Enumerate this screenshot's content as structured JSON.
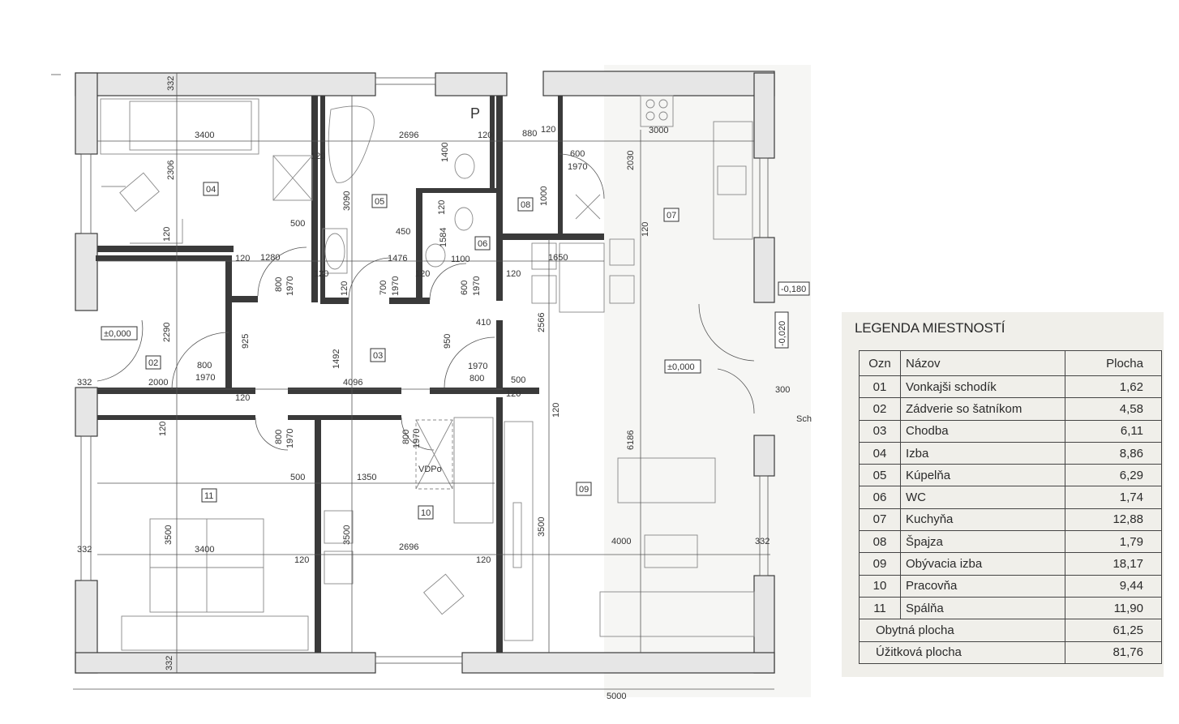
{
  "legend": {
    "title": "LEGENDA MIESTNOSTÍ",
    "headers": {
      "code": "Ozn",
      "name": "Názov",
      "area": "Plocha"
    },
    "rooms": [
      {
        "code": "01",
        "name": "Vonkajši schodík",
        "area": "1,62"
      },
      {
        "code": "02",
        "name": "Zádverie so šatníkom",
        "area": "4,58"
      },
      {
        "code": "03",
        "name": "Chodba",
        "area": "6,11"
      },
      {
        "code": "04",
        "name": "Izba",
        "area": "8,86"
      },
      {
        "code": "05",
        "name": "Kúpelňa",
        "area": "6,29"
      },
      {
        "code": "06",
        "name": "WC",
        "area": "1,74"
      },
      {
        "code": "07",
        "name": "Kuchyňa",
        "area": "12,88"
      },
      {
        "code": "08",
        "name": "Špajza",
        "area": "1,79"
      },
      {
        "code": "09",
        "name": "Obývacia izba",
        "area": "18,17"
      },
      {
        "code": "10",
        "name": "Pracovňa",
        "area": "9,44"
      },
      {
        "code": "11",
        "name": "Spálňa",
        "area": "11,90"
      }
    ],
    "totals": [
      {
        "label": "Obytná plocha",
        "area": "61,25"
      },
      {
        "label": "Úžitková plocha",
        "area": "81,76"
      }
    ]
  },
  "plan": {
    "room_tags": [
      "04",
      "05",
      "06",
      "08",
      "07",
      "02",
      "03",
      "11",
      "10",
      "09"
    ],
    "levels": [
      "±0,000",
      "±0,000",
      "-0,180",
      "-0,020"
    ],
    "symbols": {
      "parking": "P",
      "vdp": "VDPo",
      "sch": "Sch"
    },
    "dims": [
      "332",
      "3400",
      "2306",
      "120",
      "2696",
      "1400",
      "120",
      "880",
      "120",
      "3000",
      "600",
      "1970",
      "2030",
      "1000",
      "3090",
      "120",
      "1584",
      "120",
      "500",
      "450",
      "120",
      "120",
      "1280",
      "1476",
      "120",
      "120",
      "1100",
      "1650",
      "120",
      "800",
      "1970",
      "120",
      "700",
      "1970",
      "600",
      "1970",
      "2290",
      "925",
      "410",
      "950",
      "2566",
      "1492",
      "800",
      "1970",
      "1970",
      "800",
      "500",
      "2000",
      "4096",
      "332",
      "120",
      "120",
      "300",
      "6186",
      "120",
      "120",
      "800",
      "1970",
      "800",
      "1970",
      "500",
      "1350",
      "3500",
      "3500",
      "3500",
      "3400",
      "2696",
      "4000",
      "332",
      "332",
      "120",
      "120",
      "332",
      "5000"
    ]
  }
}
